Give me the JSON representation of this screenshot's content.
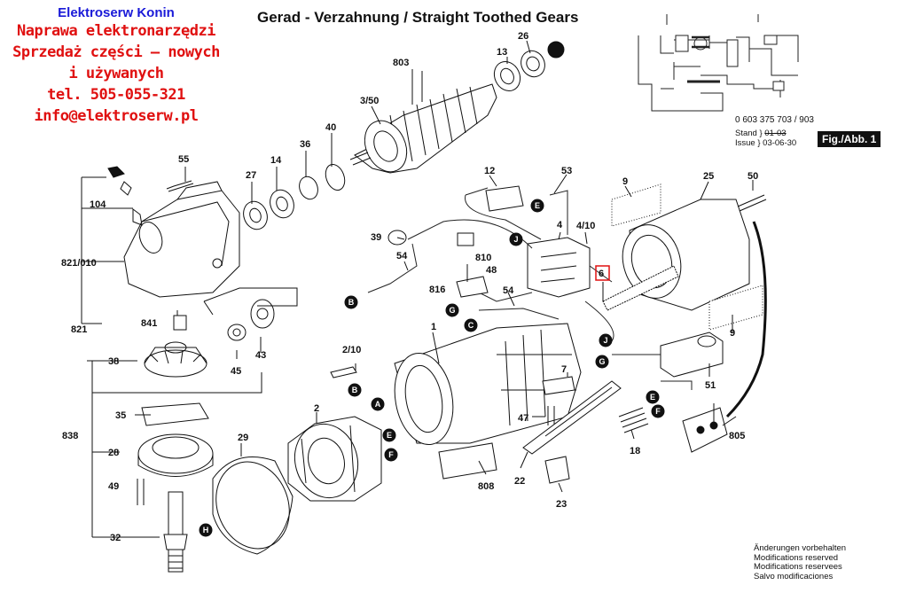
{
  "shop": {
    "lines": [
      "Elektroserw Konin",
      "Naprawa elektronarzędzi",
      "Sprzedaż części – nowych",
      "i używanych",
      "tel. 505-055-321",
      "info@elektroserw.pl"
    ],
    "color_name": "#1a1ad8",
    "color_text": "#e01010"
  },
  "header": {
    "title": "Gerad - Verzahnung / Straight Toothed Gears",
    "doc_number": "0 603 375 703 / 903",
    "stand_label": "Stand",
    "issue_label": "Issue",
    "stand_old": "01-03",
    "stand_new": "03-06-30",
    "figure": "Fig./Abb. 1"
  },
  "notes": [
    "Änderungen vorbehalten",
    "Modifications reserved",
    "Modifications reservees",
    "Salvo modificaciones"
  ],
  "labels": [
    {
      "id": "lbl-803",
      "text": "803"
    },
    {
      "id": "lbl-13",
      "text": "13"
    },
    {
      "id": "lbl-26",
      "text": "26"
    },
    {
      "id": "lbl-350",
      "text": "3/50"
    },
    {
      "id": "lbl-40",
      "text": "40"
    },
    {
      "id": "lbl-36",
      "text": "36"
    },
    {
      "id": "lbl-55",
      "text": "55"
    },
    {
      "id": "lbl-27",
      "text": "27"
    },
    {
      "id": "lbl-14",
      "text": "14"
    },
    {
      "id": "lbl-104",
      "text": "104"
    },
    {
      "id": "lbl-821010",
      "text": "821/010"
    },
    {
      "id": "lbl-821",
      "text": "821"
    },
    {
      "id": "lbl-841",
      "text": "841"
    },
    {
      "id": "lbl-38",
      "text": "38"
    },
    {
      "id": "lbl-45",
      "text": "45"
    },
    {
      "id": "lbl-43",
      "text": "43"
    },
    {
      "id": "lbl-35",
      "text": "35"
    },
    {
      "id": "lbl-838",
      "text": "838"
    },
    {
      "id": "lbl-28",
      "text": "28"
    },
    {
      "id": "lbl-49",
      "text": "49"
    },
    {
      "id": "lbl-32",
      "text": "32"
    },
    {
      "id": "lbl-29",
      "text": "29"
    },
    {
      "id": "lbl-2",
      "text": "2"
    },
    {
      "id": "lbl-210",
      "text": "2/10"
    },
    {
      "id": "lbl-1",
      "text": "1"
    },
    {
      "id": "lbl-39",
      "text": "39"
    },
    {
      "id": "lbl-54a",
      "text": "54"
    },
    {
      "id": "lbl-816",
      "text": "816"
    },
    {
      "id": "lbl-810",
      "text": "810"
    },
    {
      "id": "lbl-12",
      "text": "12"
    },
    {
      "id": "lbl-53",
      "text": "53"
    },
    {
      "id": "lbl-4",
      "text": "4"
    },
    {
      "id": "lbl-410",
      "text": "4/10"
    },
    {
      "id": "lbl-48",
      "text": "48"
    },
    {
      "id": "lbl-54b",
      "text": "54"
    },
    {
      "id": "lbl-6",
      "text": "6"
    },
    {
      "id": "lbl-9a",
      "text": "9"
    },
    {
      "id": "lbl-25",
      "text": "25"
    },
    {
      "id": "lbl-50",
      "text": "50"
    },
    {
      "id": "lbl-9b",
      "text": "9"
    },
    {
      "id": "lbl-51",
      "text": "51"
    },
    {
      "id": "lbl-47",
      "text": "47"
    },
    {
      "id": "lbl-7",
      "text": "7"
    },
    {
      "id": "lbl-18",
      "text": "18"
    },
    {
      "id": "lbl-805",
      "text": "805"
    },
    {
      "id": "lbl-808",
      "text": "808"
    },
    {
      "id": "lbl-22",
      "text": "22"
    },
    {
      "id": "lbl-23",
      "text": "23"
    }
  ],
  "markers": [
    {
      "id": "m-B1",
      "text": "B"
    },
    {
      "id": "m-G1",
      "text": "G"
    },
    {
      "id": "m-C",
      "text": "C"
    },
    {
      "id": "m-J1",
      "text": "J"
    },
    {
      "id": "m-E1",
      "text": "E"
    },
    {
      "id": "m-J2",
      "text": "J"
    },
    {
      "id": "m-G2",
      "text": "G"
    },
    {
      "id": "m-E2",
      "text": "E"
    },
    {
      "id": "m-F1",
      "text": "F"
    },
    {
      "id": "m-B2",
      "text": "B"
    },
    {
      "id": "m-A",
      "text": "A"
    },
    {
      "id": "m-E3",
      "text": "E"
    },
    {
      "id": "m-F2",
      "text": "F"
    },
    {
      "id": "m-H",
      "text": "H"
    }
  ],
  "highlight_color": "#e01010"
}
